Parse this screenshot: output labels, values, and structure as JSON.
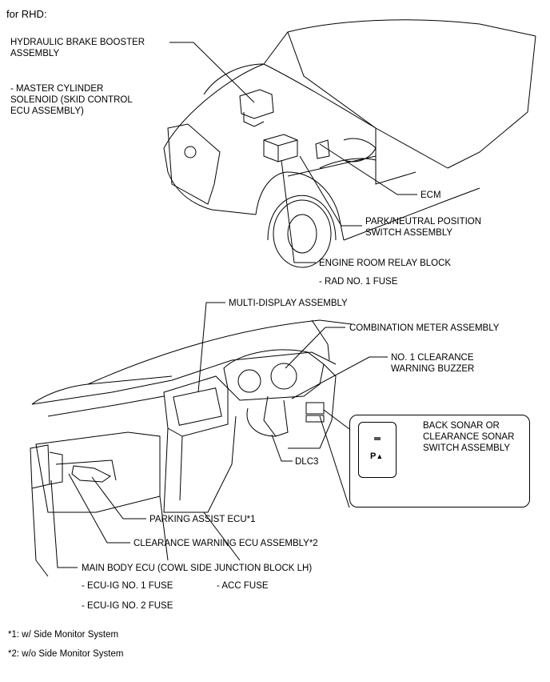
{
  "title": "for RHD:",
  "labels": {
    "hydraulic_booster": "HYDRAULIC BRAKE BOOSTER\nASSEMBLY",
    "master_cylinder": "- MASTER CYLINDER\nSOLENOID (SKID CONTROL\nECU ASSEMBLY)",
    "ecm": "ECM",
    "park_neutral": "PARK/NEUTRAL POSITION\nSWITCH ASSEMBLY",
    "engine_relay": "ENGINE ROOM RELAY BLOCK",
    "rad_fuse": "- RAD NO. 1 FUSE",
    "multi_display": "MULTI-DISPLAY ASSEMBLY",
    "combination_meter": "COMBINATION METER ASSEMBLY",
    "clearance_buzzer": "NO. 1 CLEARANCE\nWARNING BUZZER",
    "back_sonar": "BACK SONAR OR\nCLEARANCE SONAR\nSWITCH ASSEMBLY",
    "switch_mark": "P",
    "dlc3": "DLC3",
    "parking_assist": "PARKING ASSIST ECU*1",
    "clearance_ecu": "CLEARANCE WARNING ECU ASSEMBLY*2",
    "main_body_ecu": "MAIN BODY ECU (COWL SIDE JUNCTION BLOCK LH)",
    "ecu_ig1": "- ECU-IG NO. 1 FUSE",
    "acc_fuse": "- ACC FUSE",
    "ecu_ig2": "- ECU-IG NO. 2 FUSE",
    "note1": "*1: w/ Side Monitor System",
    "note2": "*2: w/o Side Monitor System"
  }
}
